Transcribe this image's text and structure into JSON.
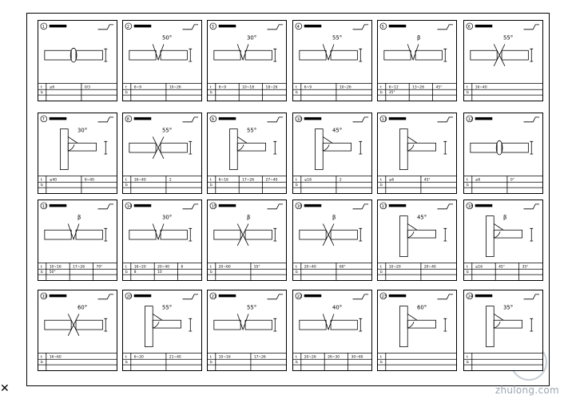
{
  "sheet": {
    "border_color": "#000000",
    "background": "#ffffff"
  },
  "cards": [
    {
      "num": "1",
      "angle": "",
      "type": "I",
      "values": [
        "≤6",
        "0/3"
      ]
    },
    {
      "num": "2",
      "angle": "50°",
      "type": "V",
      "values": [
        "6~9",
        "10~26"
      ]
    },
    {
      "num": "3",
      "angle": "30°",
      "type": "V",
      "values": [
        "6~9",
        "10~18",
        "18~26"
      ]
    },
    {
      "num": "4",
      "angle": "55°",
      "type": "V",
      "values": [
        "6~9",
        "10~26"
      ]
    },
    {
      "num": "5",
      "angle": "β",
      "type": "V",
      "values": [
        "6~12",
        "13~26",
        "45°",
        "35°"
      ]
    },
    {
      "num": "6",
      "angle": "55°",
      "type": "X",
      "values": [
        "16~40"
      ]
    },
    {
      "num": "7",
      "angle": "30°",
      "type": "T",
      "values": [
        "≤40",
        "6~40"
      ]
    },
    {
      "num": "8",
      "angle": "55°",
      "type": "K",
      "values": [
        "16~40",
        "2"
      ]
    },
    {
      "num": "9",
      "angle": "55°",
      "type": "T",
      "values": [
        "6~16",
        "17~26",
        "27~40"
      ]
    },
    {
      "num": "10",
      "angle": "45°",
      "type": "T",
      "values": [
        "≤16",
        "2"
      ]
    },
    {
      "num": "11",
      "angle": "",
      "type": "L",
      "values": [
        "≤6",
        "45°"
      ]
    },
    {
      "num": "12",
      "angle": "",
      "type": "I",
      "values": [
        "≤6",
        "0°"
      ]
    },
    {
      "num": "13",
      "angle": "β",
      "type": "V",
      "values": [
        "10~16",
        "17~26",
        "70°",
        "50°"
      ]
    },
    {
      "num": "14",
      "angle": "30°",
      "type": "V",
      "values": [
        "16~20",
        "20~40",
        "6",
        "8",
        "10"
      ]
    },
    {
      "num": "15",
      "angle": "β",
      "type": "X",
      "values": [
        "20~60",
        "55°"
      ]
    },
    {
      "num": "16",
      "angle": "β",
      "type": "X",
      "values": [
        "20~40",
        "60°"
      ]
    },
    {
      "num": "17",
      "angle": "45°",
      "type": "T",
      "values": [
        "10~20",
        "20~40"
      ]
    },
    {
      "num": "18",
      "angle": "β",
      "type": "T",
      "values": [
        "≤16",
        "45°",
        "35°"
      ]
    },
    {
      "num": "19",
      "angle": "60°",
      "type": "X",
      "values": [
        "16~60"
      ]
    },
    {
      "num": "20",
      "angle": "55°",
      "type": "T",
      "values": [
        "6~20",
        "21~40"
      ]
    },
    {
      "num": "21",
      "angle": "55°",
      "type": "V",
      "values": [
        "10~16",
        "17~26"
      ]
    },
    {
      "num": "22",
      "angle": "40°",
      "type": "V",
      "values": [
        "20~26",
        "26~30",
        "30~60"
      ]
    },
    {
      "num": "23",
      "angle": "60°",
      "type": "L",
      "values": []
    },
    {
      "num": "24",
      "angle": "35°",
      "type": "T",
      "values": []
    }
  ],
  "watermark": {
    "text": "zhulong.com"
  },
  "icons": {
    "cross": "cross-mark-icon",
    "logo": "watermark-logo-icon"
  }
}
